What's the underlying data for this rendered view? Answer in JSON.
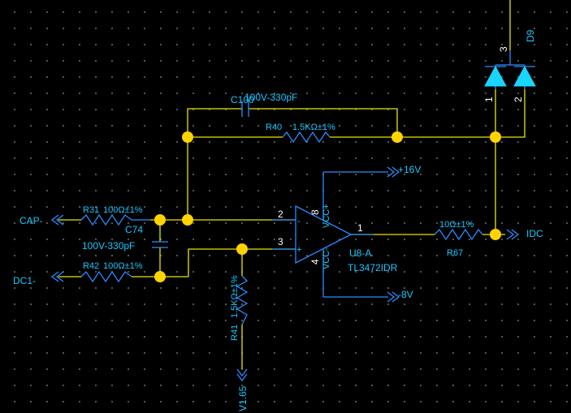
{
  "components": {
    "c100": {
      "ref": "C100",
      "value": "100V-330pF"
    },
    "r40": {
      "ref": "R40",
      "value": "1.5KΩ±1%"
    },
    "r31": {
      "ref": "R31",
      "value": "100Ω±1%"
    },
    "c74": {
      "ref": "C74",
      "value": "100V-330pF"
    },
    "r42": {
      "ref": "R42",
      "value": "100Ω±1%"
    },
    "r41": {
      "ref": "R41",
      "value": "1.5KΩ±1%"
    },
    "r67": {
      "ref": "R67",
      "value": "10Ω±1%"
    },
    "u8": {
      "ref": "U8-A",
      "part": "TL3472IDR",
      "pin_vccp": "VCC+",
      "pin_vccn": "VCC-",
      "pin_minus": "-",
      "pin_plus": "+"
    },
    "d9": {
      "ref": "D9",
      "pin1": "1",
      "pin2": "2",
      "pin3": "3"
    }
  },
  "pins": {
    "in_minus": "2",
    "in_plus": "3",
    "out": "1",
    "vcc_pos": "8",
    "vcc_neg": "4"
  },
  "nets": {
    "cap_minus": "CAP-",
    "dc1_minus": "DC1-",
    "idc": "IDC",
    "v16": "+16V",
    "vneg8": "-8V",
    "v165": "V1.65"
  },
  "colors": {
    "background": "#000000",
    "wire": "#e6e600",
    "component": "#2a8cff",
    "label": "#19c8ff",
    "junction": "#ffd400"
  }
}
